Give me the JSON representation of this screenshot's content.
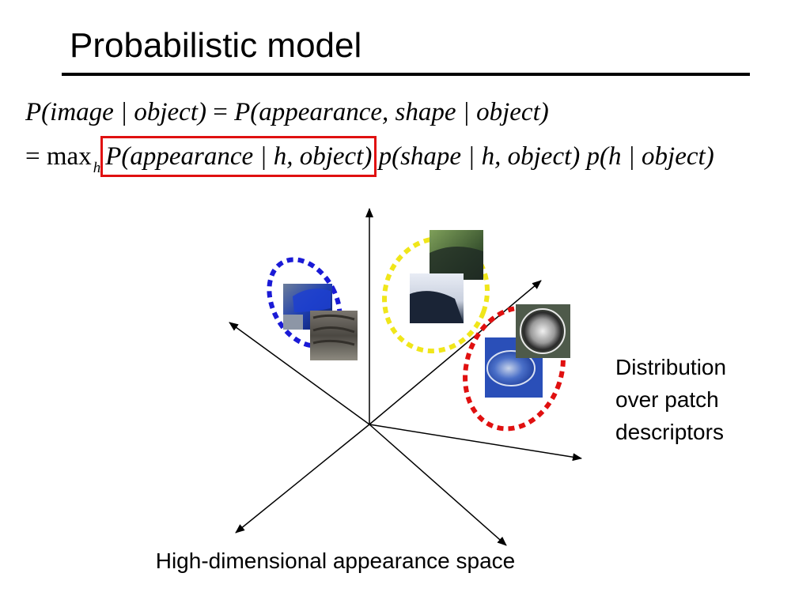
{
  "slide": {
    "title": "Probabilistic model"
  },
  "equation": {
    "line1_lhs": "P(image | object)",
    "line1_eq": "=",
    "line1_rhs": "P(appearance, shape | object)",
    "line2_eq": "=",
    "line2_max": "max",
    "line2_max_sub": "h",
    "line2_boxed": "P(appearance | h, object)",
    "line2_rest": "p(shape | h, object) p(h | object)",
    "highlight_color": "#e01010"
  },
  "diagram": {
    "clusters": [
      {
        "color": "#1a1ad6",
        "patches": [
          "blue-car-body-patch",
          "tire-tread-patch"
        ]
      },
      {
        "color": "#f0e61a",
        "patches": [
          "dark-window-patch",
          "roof-edge-patch"
        ]
      },
      {
        "color": "#e01010",
        "patches": [
          "blue-headlight-patch",
          "round-headlight-patch"
        ]
      }
    ],
    "right_caption": [
      "Distribution",
      "over patch",
      "descriptors"
    ],
    "bottom_caption": "High-dimensional appearance space"
  }
}
